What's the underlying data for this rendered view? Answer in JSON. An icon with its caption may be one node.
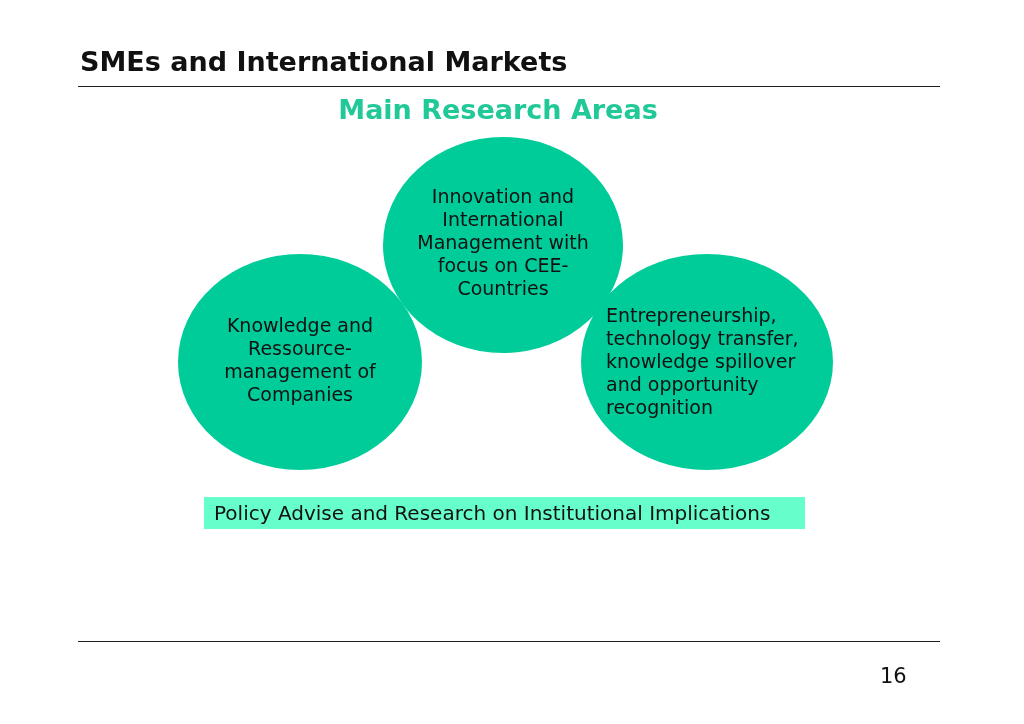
{
  "diagram": {
    "title": "SMEs and International Markets",
    "nodes": [
      {
        "text": [
          "Innovation and International Management with focus on CEE-Countries"
        ]
      },
      {
        "text": [
          "Knowledge and Ressource-management of Companies"
        ]
      },
      {
        "text": [
          "Entrepreneurship, technology transfer, knowledge spillover and opportunity recognition"
        ]
      },
      {
        "text": [
          "Policy Advise and Research on Institutional Implications"
        ]
      }
    ],
    "edges": [],
    "labels": [
      "Main Research Areas",
      "16"
    ]
  }
}
